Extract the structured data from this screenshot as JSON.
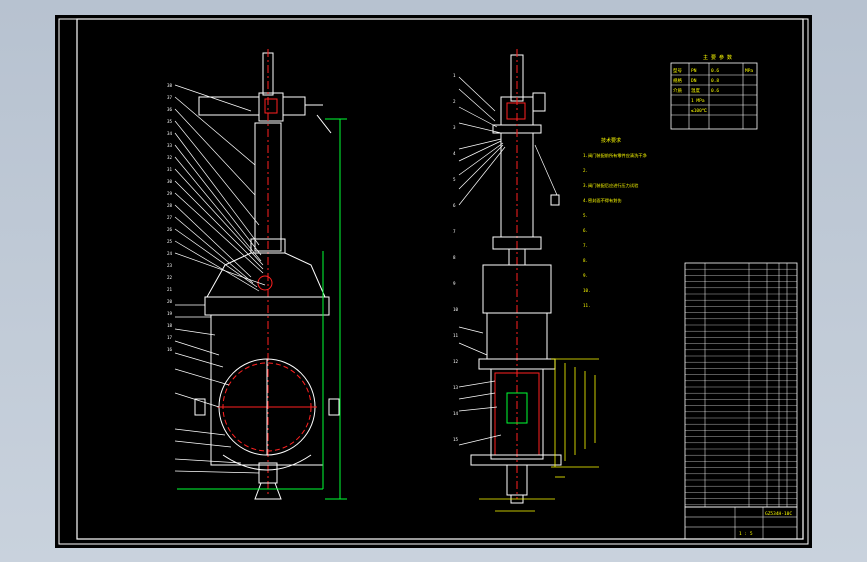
{
  "viewport": {
    "background": "#c4ccd8",
    "canvas_background": "#000000"
  },
  "colors": {
    "frame": "#ffffff",
    "yellow": "#ffff00",
    "red": "#ff2020",
    "green": "#00ff33",
    "cyan": "#00e0ff",
    "magenta": "#ff40ff",
    "gray": "#aaaaaa"
  },
  "param_table": {
    "title": "主 要 参 数",
    "rows": [
      [
        "型号",
        "PN",
        "0.6",
        "MPa"
      ],
      [
        "规格",
        "DN",
        "0.8",
        ""
      ],
      [
        "介质",
        "温度",
        "0.6",
        ""
      ],
      [
        "",
        "1 MPa",
        "",
        ""
      ],
      [
        "",
        "≤100℃",
        "",
        ""
      ]
    ]
  },
  "notes": {
    "title": "技术要求",
    "lines": [
      "1.阀门装配前所有零件应清洗干净",
      "2.",
      "3.阀门装配后应进行压力试验",
      "4.密封面不得有划伤",
      "5.",
      "6.",
      "7.",
      "8.",
      "9.",
      "10.",
      "11."
    ]
  },
  "title_block": {
    "drawing_no": "GZ534H-10C",
    "sheet": "1 : 5"
  },
  "left_view_labels": [
    "38",
    "37",
    "36",
    "35",
    "34",
    "33",
    "32",
    "31",
    "30",
    "29",
    "28",
    "27",
    "26",
    "25",
    "24",
    "23",
    "22",
    "21",
    "20",
    "19",
    "18",
    "17",
    "16"
  ],
  "right_view_labels": [
    "1",
    "2",
    "3",
    "4",
    "5",
    "6",
    "7",
    "8",
    "9",
    "10",
    "11",
    "12",
    "13",
    "14",
    "15"
  ]
}
